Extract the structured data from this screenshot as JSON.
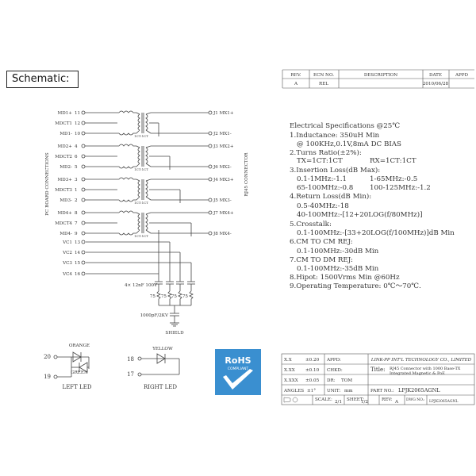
{
  "header": {
    "title": "Schematic:"
  },
  "revision_table": {
    "headers": [
      "REV.",
      "ECN NO.",
      "DESCRIPTION",
      "DATE",
      "APPD"
    ],
    "rows": [
      [
        "A",
        "REL",
        "",
        "2010/06/28",
        ""
      ]
    ]
  },
  "left_pins": [
    {
      "label": "MD1+",
      "num": "11"
    },
    {
      "label": "MDCT1",
      "num": "12"
    },
    {
      "label": "MD1-",
      "num": "10"
    },
    {
      "label": "MD2+",
      "num": "4"
    },
    {
      "label": "MDCT2",
      "num": "6"
    },
    {
      "label": "MD2-",
      "num": "5"
    },
    {
      "label": "MD3+",
      "num": "3"
    },
    {
      "label": "MDCT3",
      "num": "1"
    },
    {
      "label": "MD3-",
      "num": "2"
    },
    {
      "label": "MD4+",
      "num": "8"
    },
    {
      "label": "MDCT4",
      "num": "7"
    },
    {
      "label": "MD4-",
      "num": "9"
    },
    {
      "label": "VC1",
      "num": "13"
    },
    {
      "label": "VC2",
      "num": "14"
    },
    {
      "label": "VC3",
      "num": "15"
    },
    {
      "label": "VC4",
      "num": "16"
    }
  ],
  "right_pins": [
    {
      "label": "J1",
      "name": "MX1+"
    },
    {
      "label": "J2",
      "name": "MX1-"
    },
    {
      "label": "J3",
      "name": "MX2+"
    },
    {
      "label": "J6",
      "name": "MX2-"
    },
    {
      "label": "J4",
      "name": "MX3+"
    },
    {
      "label": "J5",
      "name": "MX3-"
    },
    {
      "label": "J7",
      "name": "MX4+"
    },
    {
      "label": "J8",
      "name": "MX4-"
    }
  ],
  "ratio_label": "1CT:1CT",
  "left_side_label": "PC BOARD CONNECTIONS",
  "right_side_label": "RJ45 CONNECTOR",
  "cap_note": "4× 12nF 100V",
  "resistor_label": "75",
  "hv_cap": "1000pF/2KV",
  "shield": "SHIELD",
  "leds": {
    "left": {
      "pins": [
        "20",
        "19"
      ],
      "colors": [
        "ORANGE",
        "GREEN"
      ],
      "caption": "LEFT LED"
    },
    "right": {
      "pins": [
        "18",
        "17"
      ],
      "colors": [
        "YELLOW"
      ],
      "caption": "RIGHT LED"
    }
  },
  "rohs": {
    "label": "RoHS",
    "sub": "COMPLIANT"
  },
  "specs": {
    "title": "Electrical Specifications @25℃",
    "lines": [
      "1.Inductance: 350uH Min",
      "@ 100KHz,0.1V,8mA DC BIAS",
      "2.Turns Ratio(±2%):",
      "TX=1CT:1CT",
      "RX=1CT:1CT",
      "3.Insertion Loss(dB Max):",
      "0.1-1MHz:-1.1",
      "1-65MHz:-0.5",
      "65-100MHz:-0.8",
      "100-125MHz:-1.2",
      "4.Return Loss(dB Min):",
      "0.5-40MHz:-18",
      "40-100MHz:-[12+20LOG(f/80MHz)]",
      "5.Crosstalk:",
      "0.1-100MHz:-[33+20LOG(f/100MHz)]dB Min",
      "6.CM TO CM REJ:",
      "0.1-100MHz:-30dB Min",
      "7.CM TO DM REJ:",
      "0.1-100MHz:-35dB Min",
      "8.Hipot: 1500Vrms Min @60Hz",
      "9.Operating Temperature: 0℃～70℃."
    ]
  },
  "title_block": {
    "tolerances": [
      {
        "label": "X.X",
        "value": "±0.20"
      },
      {
        "label": "X.XX",
        "value": "±0.10"
      },
      {
        "label": "X.XXX",
        "value": "±0.05"
      },
      {
        "label": "ANGLES",
        "value": "±1°"
      }
    ],
    "appd_label": "APPD:",
    "chkd_label": "CHKD:",
    "dr_label": "DR:",
    "dr_value": "TOM",
    "unit_label": "UNIT:",
    "unit_value": "mm",
    "company": "LINK-PP INT'L TECHNOLOGY CO., LIMITED",
    "title_label": "Title:",
    "title_line1": "RJ45 Connector with 1000 Base-TX",
    "title_line2": "Integrated Magnetic & PoE",
    "part_label": "PART NO.:",
    "part_value": "LPJK2065AGNL",
    "scale_label": "SCALE:",
    "scale_value": "2/1",
    "sheet_label": "SHEET:",
    "sheet_value": "1/2",
    "rev_label": "REV:",
    "rev_value": "A",
    "dwg_label": "DWG NO.:",
    "dwg_value": "LPJK2065AGNL"
  }
}
